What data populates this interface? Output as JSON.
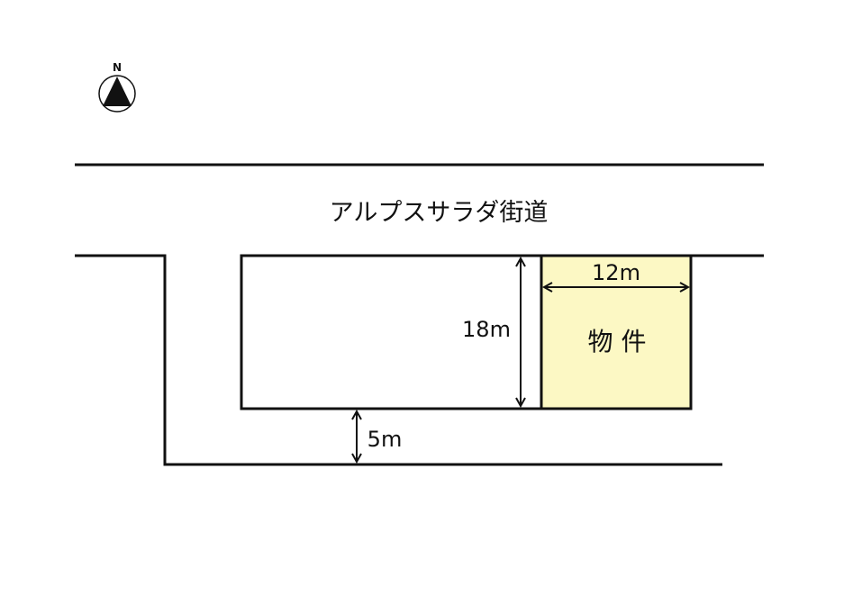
{
  "compass": {
    "label": "N"
  },
  "road": {
    "name": "アルプスサラダ街道"
  },
  "property": {
    "label": "物 件",
    "width_label": "12m",
    "depth_label": "18m",
    "fill_color": "#fcf8c4"
  },
  "side_road": {
    "width_label": "5m"
  }
}
